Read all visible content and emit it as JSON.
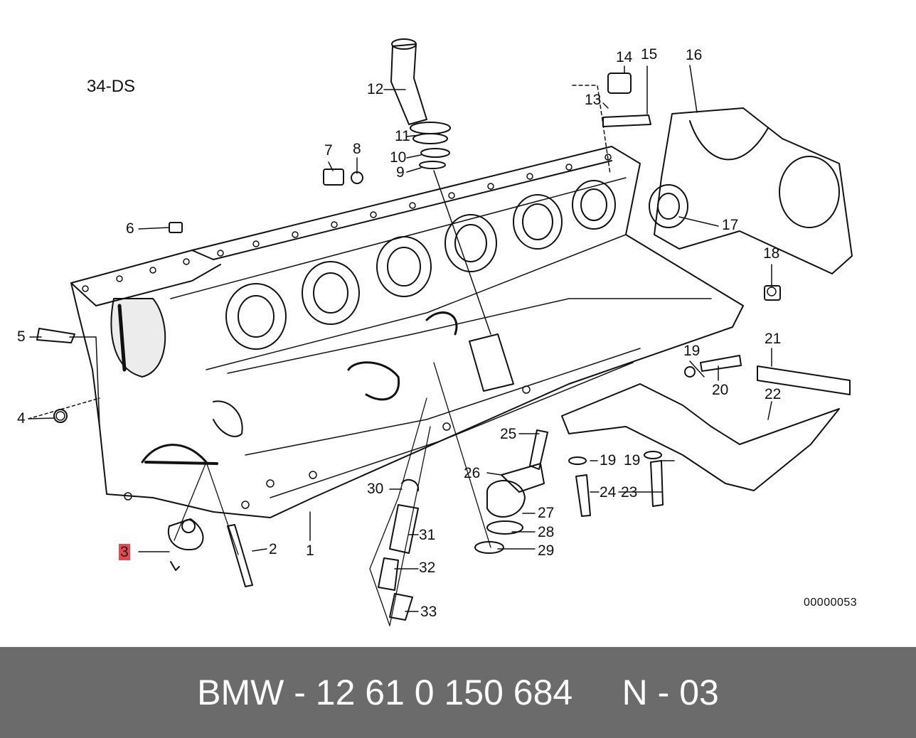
{
  "diagram": {
    "section_code": "34-DS",
    "drawing_number": "00000053",
    "highlight_color": "#e8474f",
    "callouts": [
      {
        "label": "1",
        "highlighted": false
      },
      {
        "label": "2",
        "highlighted": false
      },
      {
        "label": "3",
        "highlighted": true
      },
      {
        "label": "4",
        "highlighted": false
      },
      {
        "label": "5",
        "highlighted": false
      },
      {
        "label": "6",
        "highlighted": false
      },
      {
        "label": "7",
        "highlighted": false
      },
      {
        "label": "8",
        "highlighted": false
      },
      {
        "label": "9",
        "highlighted": false
      },
      {
        "label": "10",
        "highlighted": false
      },
      {
        "label": "11",
        "highlighted": false
      },
      {
        "label": "12",
        "highlighted": false
      },
      {
        "label": "13",
        "highlighted": false
      },
      {
        "label": "14",
        "highlighted": false
      },
      {
        "label": "15",
        "highlighted": false
      },
      {
        "label": "16",
        "highlighted": false
      },
      {
        "label": "17",
        "highlighted": false
      },
      {
        "label": "18",
        "highlighted": false
      },
      {
        "label": "19",
        "highlighted": false
      },
      {
        "label": "19",
        "highlighted": false
      },
      {
        "label": "19",
        "highlighted": false
      },
      {
        "label": "20",
        "highlighted": false
      },
      {
        "label": "21",
        "highlighted": false
      },
      {
        "label": "22",
        "highlighted": false
      },
      {
        "label": "23",
        "highlighted": false
      },
      {
        "label": "24",
        "highlighted": false
      },
      {
        "label": "25",
        "highlighted": false
      },
      {
        "label": "26",
        "highlighted": false
      },
      {
        "label": "27",
        "highlighted": false
      },
      {
        "label": "28",
        "highlighted": false
      },
      {
        "label": "29",
        "highlighted": false
      },
      {
        "label": "30",
        "highlighted": false
      },
      {
        "label": "31",
        "highlighted": false
      },
      {
        "label": "32",
        "highlighted": false
      },
      {
        "label": "33",
        "highlighted": false
      }
    ]
  },
  "footer": {
    "part_text": "BMW - 12 61 0 150 684     N - 03",
    "background_color": "#6b6b6b"
  }
}
